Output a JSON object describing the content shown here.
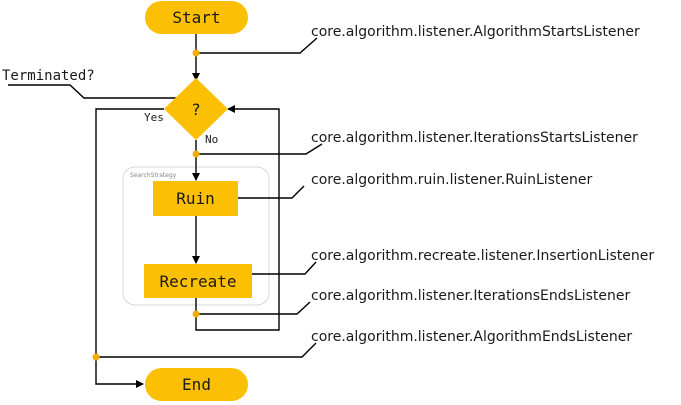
{
  "colors": {
    "node_fill": "#fbc003",
    "junction": "#f3ad00",
    "group_border": "#d8d8d8",
    "line": "#000000"
  },
  "nodes": {
    "start": "Start",
    "decision": "?",
    "ruin": "Ruin",
    "recreate": "Recreate",
    "end": "End"
  },
  "labels": {
    "terminated": "Terminated?",
    "yes": "Yes",
    "no": "No",
    "group": "SearchStrategy"
  },
  "listeners": {
    "algorithm_starts": "core.algorithm.listener.AlgorithmStartsListener",
    "iterations_starts": "core.algorithm.listener.IterationsStartsListener",
    "ruin": "core.algorithm.ruin.listener.RuinListener",
    "insertion": "core.algorithm.recreate.listener.InsertionListener",
    "iterations_ends": "core.algorithm.listener.IterationsEndsListener",
    "algorithm_ends": "core.algorithm.listener.AlgorithmEndsListener"
  }
}
